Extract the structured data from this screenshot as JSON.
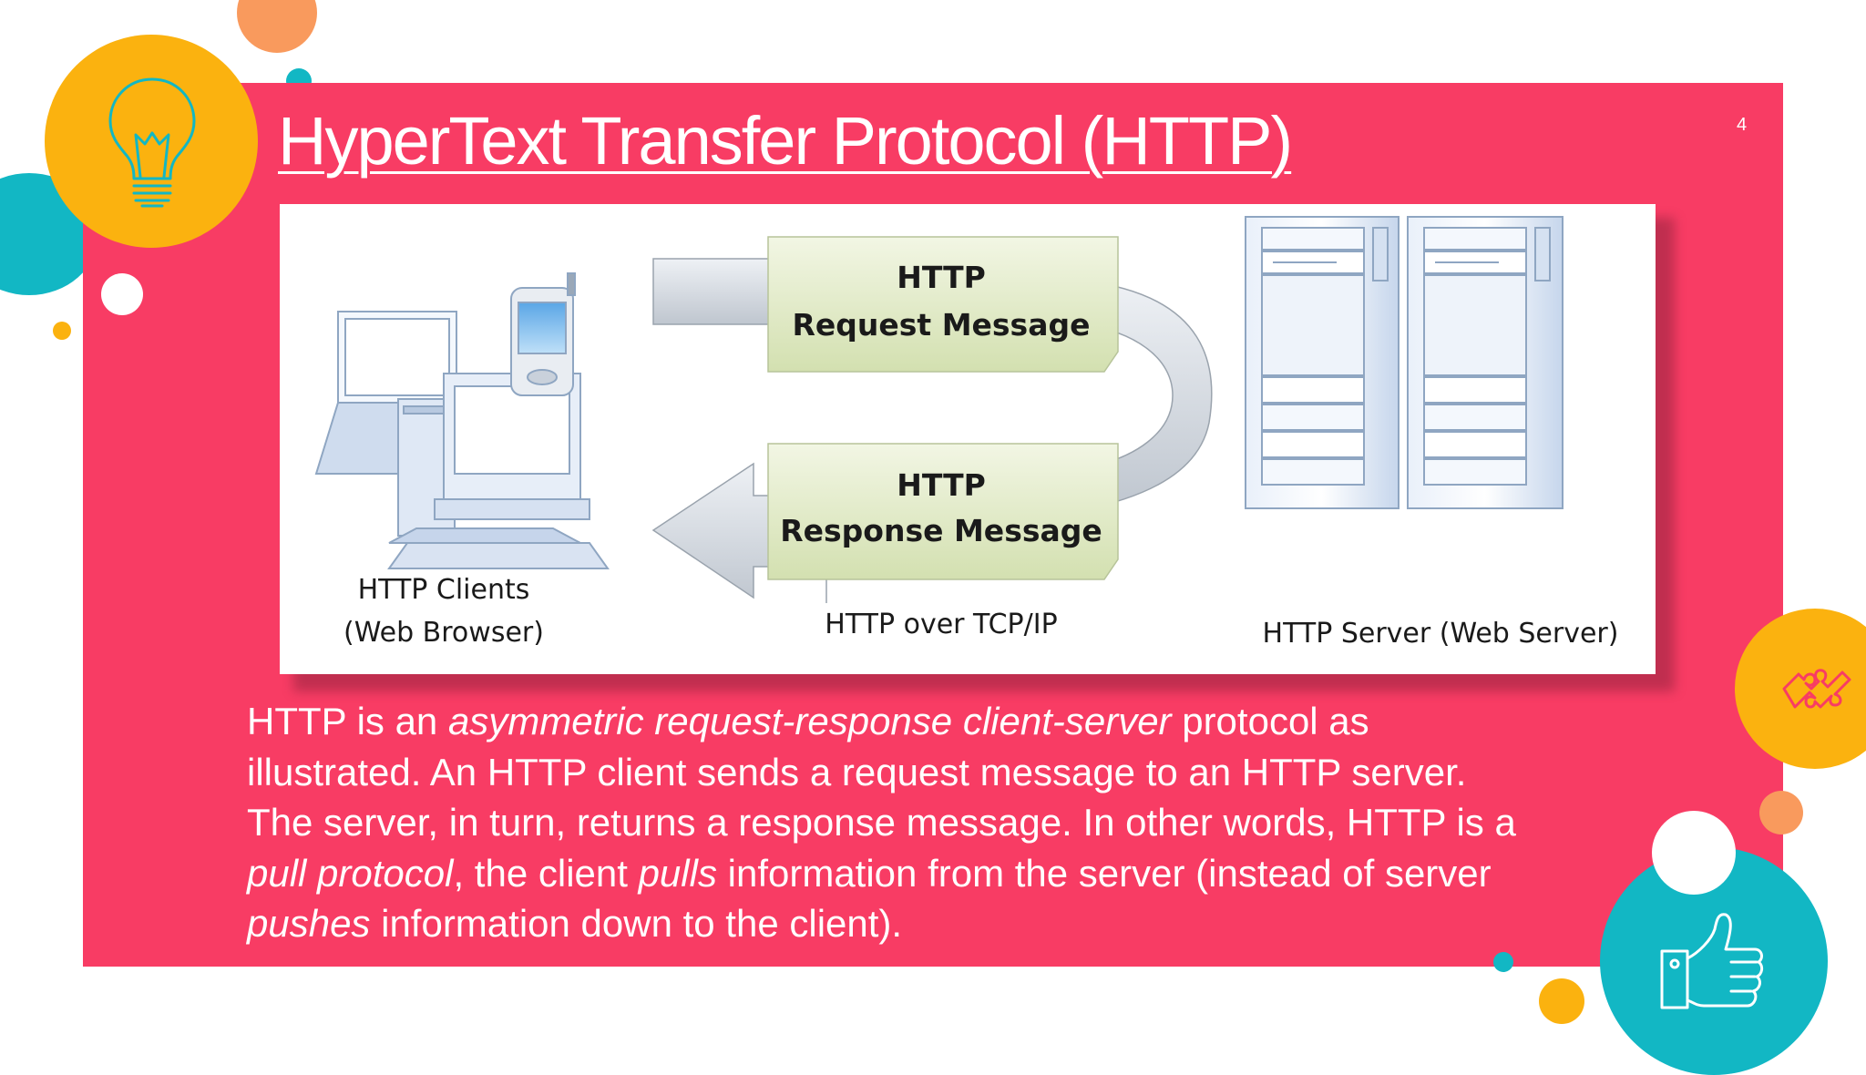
{
  "slide": {
    "title": "HyperText Transfer Protocol (HTTP)",
    "slide_number": "4"
  },
  "diagram": {
    "request_box": {
      "line1": "HTTP",
      "line2": "Request Message"
    },
    "response_box": {
      "line1": "HTTP",
      "line2": "Response Message"
    },
    "clients_label": {
      "line1": "HTTP Clients",
      "line2": "(Web Browser)"
    },
    "transport_label": "HTTP over TCP/IP",
    "server_label": "HTTP Server  (Web Server)"
  },
  "body": {
    "segments": [
      {
        "text": "HTTP is an ",
        "italic": false
      },
      {
        "text": "asymmetric request-response client-server",
        "italic": true
      },
      {
        "text": " protocol as illustrated.  An HTTP client sends a request message to an HTTP server.  The server, in turn, returns a response message.  In other words, HTTP is a ",
        "italic": false
      },
      {
        "text": "pull protocol",
        "italic": true
      },
      {
        "text": ", the client ",
        "italic": false
      },
      {
        "text": "pulls",
        "italic": true
      },
      {
        "text": " information from the server (instead of server ",
        "italic": false
      },
      {
        "text": "pushes",
        "italic": true
      },
      {
        "text": " information down to the client).",
        "italic": false
      }
    ]
  },
  "decor": {
    "icons": [
      "lightbulb-icon",
      "puzzle-icon",
      "thumbs-up-icon"
    ]
  },
  "colors": {
    "panel": "#f83c64",
    "yellow": "#fbb20f",
    "teal": "#12b7c4",
    "orange": "#f99a5d",
    "box_fill": "#e2ecc9",
    "arrow_fill": "#dfe4ea",
    "server_fill": "#c9daf0"
  }
}
